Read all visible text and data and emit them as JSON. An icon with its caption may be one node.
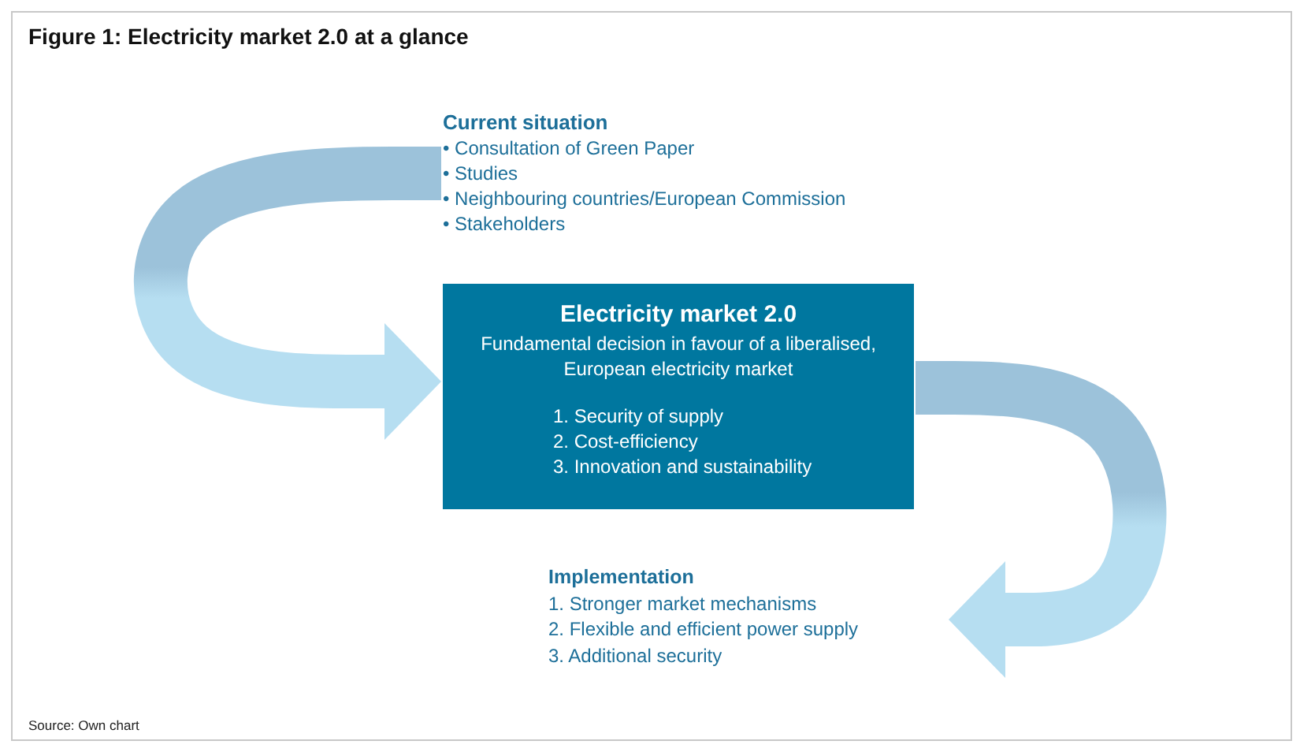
{
  "diagram": {
    "title": "Figure 1: Electricity market 2.0 at a glance",
    "caption": "Source: Own chart",
    "nodes": [
      {
        "text": [
          "Current situation",
          "• Consultation of Green Paper",
          "• Studies",
          "• Neighbouring countries/European Commission",
          "• Stakeholders"
        ]
      },
      {
        "text": [
          "Electricity market 2.0",
          "Fundamental decision in favour of a liberalised, European electricity market",
          "1. Security of supply",
          "2. Cost-efficiency",
          "3. Innovation and sustainability"
        ]
      },
      {
        "text": [
          "Implementation",
          "1. Stronger market mechanisms",
          "2. Flexible and efficient power supply",
          "3. Additional security"
        ]
      }
    ],
    "edges": [
      {
        "from": 0,
        "to": 1,
        "arrow": "to"
      },
      {
        "from": 1,
        "to": 2,
        "arrow": "to"
      }
    ]
  }
}
